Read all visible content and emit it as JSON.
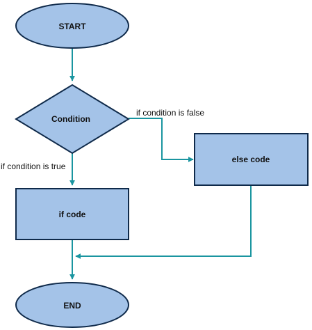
{
  "colors": {
    "node_fill": "#a4c3e8",
    "node_stroke": "#0f2a4a",
    "edge": "#1a95a0",
    "background": "#ffffff"
  },
  "nodes": {
    "start": {
      "label": "START",
      "shape": "ellipse"
    },
    "condition": {
      "label": "Condition",
      "shape": "diamond"
    },
    "if_code": {
      "label": "if code",
      "shape": "rectangle"
    },
    "else_code": {
      "label": "else code",
      "shape": "rectangle"
    },
    "end": {
      "label": "END",
      "shape": "ellipse"
    }
  },
  "edges": {
    "true_branch": {
      "label": "if condition is true"
    },
    "false_branch": {
      "label": "if condition is false"
    }
  }
}
